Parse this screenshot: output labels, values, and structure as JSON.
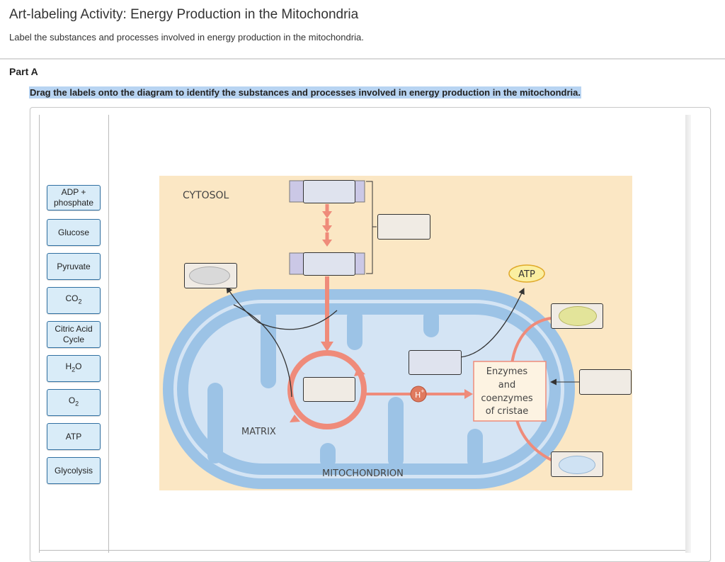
{
  "header": {
    "title": "Art-labeling Activity: Energy Production in the Mitochondria",
    "subtitle": "Label the substances and processes involved in energy production in the mitochondria."
  },
  "part": {
    "label": "Part A",
    "instruction": "Drag the labels onto the diagram to identify the substances and processes involved in energy production in the mitochondria."
  },
  "labels": [
    {
      "line1": "ADP +",
      "line2": "phosphate"
    },
    {
      "line1": "Glucose",
      "line2": ""
    },
    {
      "line1": "Pyruvate",
      "line2": ""
    },
    {
      "line1": "CO",
      "sub": "2",
      "line2": ""
    },
    {
      "line1": "Citric Acid",
      "line2": "Cycle"
    },
    {
      "line1": "H",
      "sub": "2",
      "after": "O",
      "line2": ""
    },
    {
      "line1": "O",
      "sub": "2",
      "line2": ""
    },
    {
      "line1": "ATP",
      "line2": ""
    },
    {
      "line1": "Glycolysis",
      "line2": ""
    }
  ],
  "diagram": {
    "cytosol": "CYTOSOL",
    "matrix": "MATRIX",
    "mitochondrion": "MITOCHONDRION",
    "atp": "ATP",
    "h_plus": "H",
    "h_plus_sup": "+",
    "enzymes": [
      "Enzymes",
      "and",
      "coenzymes",
      "of cristae"
    ]
  },
  "colors": {
    "background_tan": "#fbe7c4",
    "membrane_blue": "#9cc3e6",
    "matrix_blue": "#d4e4f4",
    "arrow_red": "#ef8b7a",
    "label_fill": "#d9ecf8",
    "label_border": "#2f6fa1",
    "atp_yellow": "#fbefa0"
  }
}
